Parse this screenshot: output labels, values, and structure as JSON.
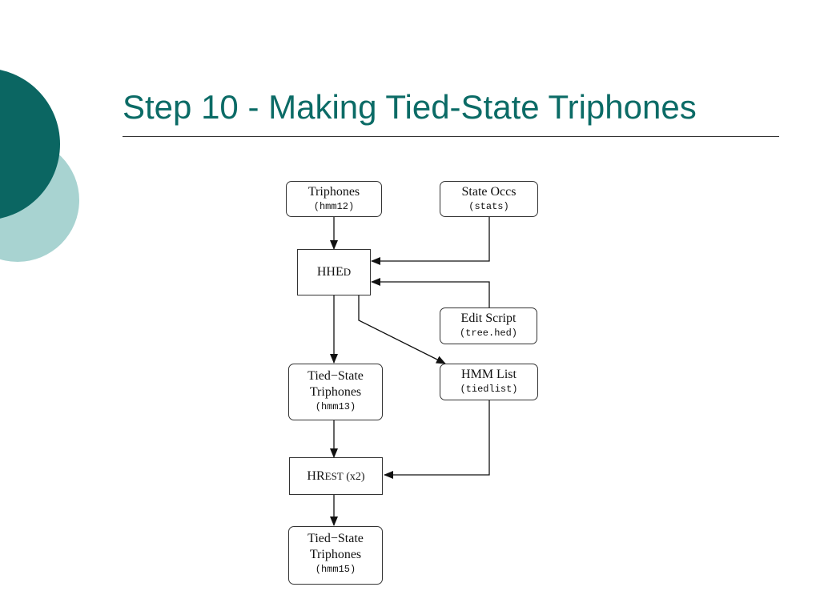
{
  "slide": {
    "title": "Step 10 - Making Tied-State Triphones",
    "colors": {
      "title": "#0b6b66",
      "circle_dark": "#0b6662",
      "circle_light": "#a8d3d1"
    }
  },
  "diagram": {
    "nodes": {
      "triphones": {
        "label": "Triphones",
        "file": "(hmm12)"
      },
      "state_occs": {
        "label": "State Occs",
        "file": "(stats)"
      },
      "hhed": {
        "label_main": "HHE",
        "label_sc": "D"
      },
      "edit_script": {
        "label": "Edit Script",
        "file": "(tree.hed)"
      },
      "tied_state_1": {
        "line1": "Tied−State",
        "line2": "Triphones",
        "file": "(hmm13)"
      },
      "hmm_list": {
        "label": "HMM List",
        "file": "(tiedlist)"
      },
      "hrest": {
        "label_main": "HR",
        "label_sc": "EST",
        "suffix": " (x2)"
      },
      "tied_state_2": {
        "line1": "Tied−State",
        "line2": "Triphones",
        "file": "(hmm15)"
      }
    }
  }
}
